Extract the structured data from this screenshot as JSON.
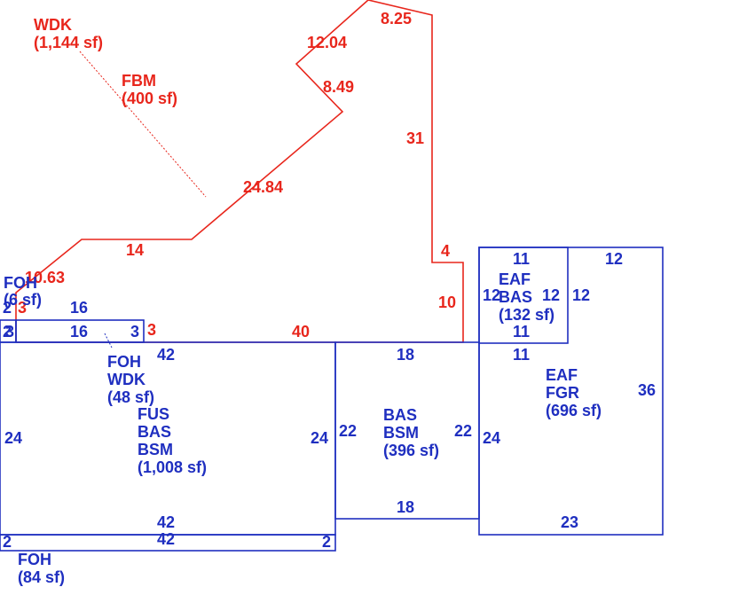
{
  "colors": {
    "deck": "#e8261c",
    "structure": "#1f2fc0",
    "background": "#ffffff"
  },
  "areas": {
    "wdk": {
      "code": "WDK",
      "area": "(1,144 sf)"
    },
    "fbm": {
      "code": "FBM",
      "area": "(400 sf)"
    },
    "foh_small": {
      "code": "FOH",
      "area": "(6 sf)"
    },
    "foh_wdk": {
      "code1": "FOH",
      "code2": "WDK",
      "area": "(48 sf)"
    },
    "fus": {
      "code1": "FUS",
      "code2": "BAS",
      "code3": "BSM",
      "area": "(1,008 sf)"
    },
    "bas": {
      "code1": "BAS",
      "code2": "BSM",
      "area": "(396 sf)"
    },
    "eaf_bas": {
      "code1": "EAF",
      "code2": "BAS",
      "area": "(132 sf)"
    },
    "eaf_fgr": {
      "code1": "EAF",
      "code2": "FGR",
      "area": "(696 sf)"
    },
    "foh_bottom": {
      "code": "FOH",
      "area": "(84 sf)"
    }
  },
  "dimensions": {
    "deck": {
      "d8_25": "8.25",
      "d12_04": "12.04",
      "d8_49": "8.49",
      "d31": "31",
      "d24_84": "24.84",
      "d14": "14",
      "d10_63": "10.63",
      "d4": "4",
      "d10": "10",
      "d3a": "3",
      "d3b": "3",
      "d40": "40"
    },
    "structure": {
      "foh_left": "2",
      "foh_top": "16",
      "foh_bot": "16",
      "foh_right": "3",
      "foh_l1": "2",
      "foh_l2": "3",
      "fus_top": "42",
      "fus_left": "24",
      "fus_right": "24",
      "fus_bot": "42",
      "bas_top": "18",
      "bas_left": "22",
      "bas_right": "22",
      "bas_bot": "18",
      "eafb_top": "11",
      "eafb_left": "12",
      "eafb_right": "12",
      "eafb_bot": "11",
      "eaf_top_ext": "12",
      "eaf_mid": "12",
      "eaf_top": "11",
      "eaf_left": "24",
      "eaf_right": "36",
      "eaf_bot": "23",
      "fohb_top": "42",
      "fohb_left": "2",
      "fohb_right": "2"
    }
  }
}
